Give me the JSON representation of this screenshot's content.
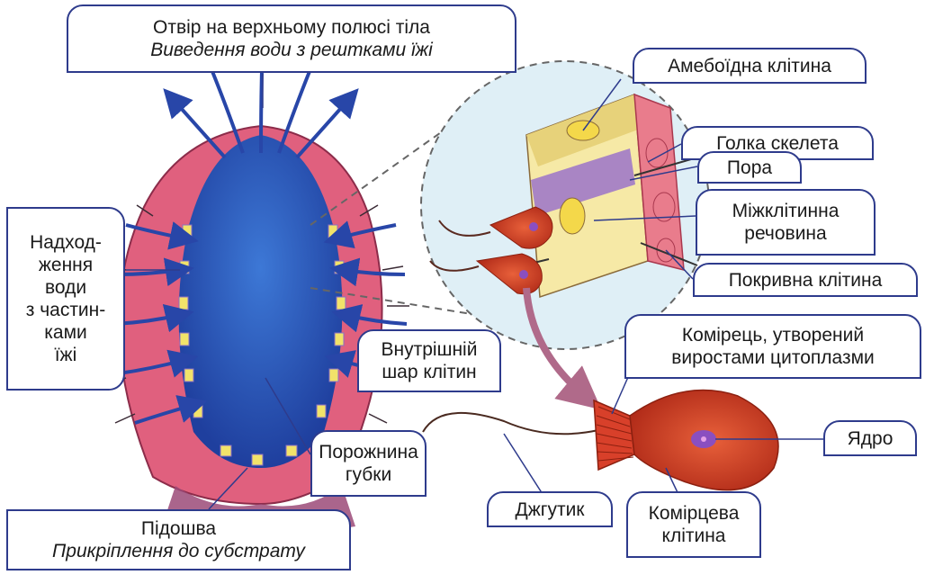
{
  "labels": {
    "top_opening": {
      "line1": "Отвір на верхньому полюсі тіла",
      "line2": "Виведення води з рештками їжі"
    },
    "inflow": {
      "lines": [
        "Надход-",
        "ження",
        "води",
        "з частин-",
        "ками",
        "їжі"
      ]
    },
    "cavity": {
      "lines": [
        "Порожнина",
        "губки"
      ]
    },
    "sole": {
      "line1": "Підошва",
      "line2": "Прикріплення до субстрату"
    },
    "amoeboid": "Амебоїдна клітина",
    "spicule": "Голка скелета",
    "pore": "Пора",
    "mesohyl": {
      "lines": [
        "Міжклітинна",
        "речовина"
      ]
    },
    "cover_cell": "Покривна клітина",
    "inner_layer": {
      "lines": [
        "Внутрішній",
        "шар клітин"
      ]
    },
    "collar": {
      "lines": [
        "Комірець, утворений",
        "виростами цитоплазми"
      ]
    },
    "nucleus": "Ядро",
    "flagellum": "Джгутик",
    "collar_cell": {
      "lines": [
        "Комірцева",
        "клітина"
      ]
    }
  },
  "colors": {
    "outline": "#2e3b8c",
    "body_pink": "#e0607e",
    "cavity_blue": "#2f5fc4",
    "collar_cell_red": "#d8402a",
    "mesohyl_yellow": "#f6e9a6"
  }
}
